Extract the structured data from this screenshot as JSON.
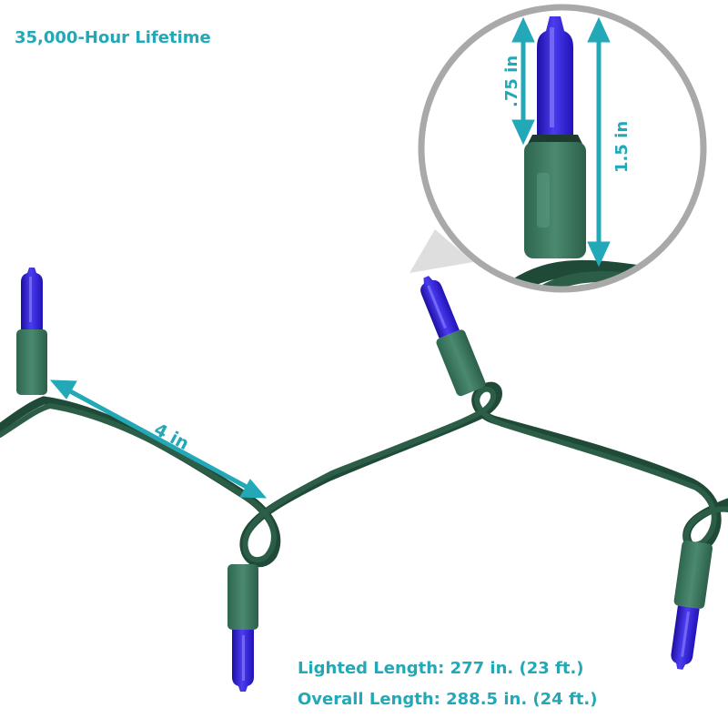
{
  "captions": {
    "lifetime": "35,000-Hour Lifetime",
    "lighted_length": "Lighted Length: 277 in. (23 ft.)",
    "overall_length": "Overall Length: 288.5 in. (24 ft.)"
  },
  "dimensions": {
    "bulb_spacing": "4 in",
    "bulb_tip_length": ".75 in",
    "bulb_total_length": "1.5 in"
  },
  "colors": {
    "accent": "#22a8b6",
    "wire": "#1f4a38",
    "socket": "#3f7d64",
    "bulb": "#3a2ad6",
    "zoom_circle_border": "#a9a9a9"
  }
}
